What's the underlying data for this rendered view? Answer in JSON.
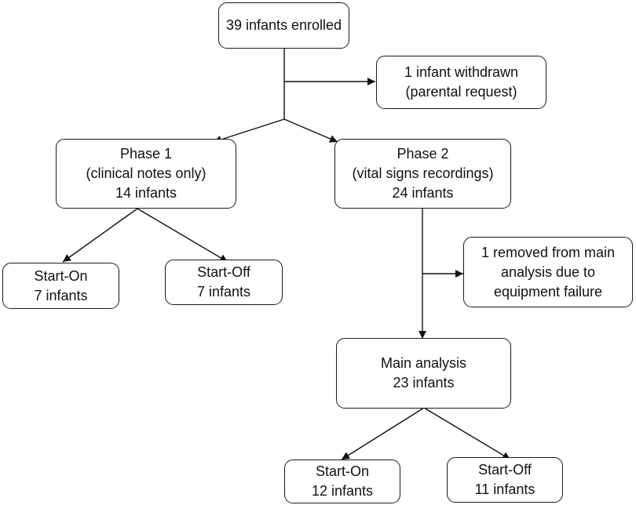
{
  "flowchart": {
    "enrolled": {
      "line1": "39 infants enrolled"
    },
    "withdrawn": {
      "line1": "1 infant withdrawn",
      "line2": "(parental request)"
    },
    "phase1": {
      "line1": "Phase 1",
      "line2": "(clinical notes only)",
      "line3": "14 infants"
    },
    "phase2": {
      "line1": "Phase 2",
      "line2": "(vital signs recordings)",
      "line3": "24 infants"
    },
    "p1_start_on": {
      "line1": "Start-On",
      "line2": "7 infants"
    },
    "p1_start_off": {
      "line1": "Start-Off",
      "line2": "7 infants"
    },
    "removed": {
      "line1": "1 removed from main",
      "line2": "analysis due to",
      "line3": "equipment failure"
    },
    "main_analysis": {
      "line1": "Main analysis",
      "line2": "23 infants"
    },
    "p2_start_on": {
      "line1": "Start-On",
      "line2": "12 infants"
    },
    "p2_start_off": {
      "line1": "Start-Off",
      "line2": "11 infants"
    }
  }
}
